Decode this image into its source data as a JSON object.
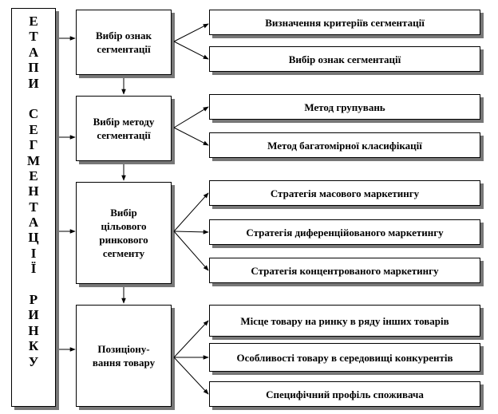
{
  "title_letters": [
    "Е",
    "Т",
    "А",
    "П",
    "И",
    "",
    "С",
    "Е",
    "Г",
    "М",
    "Е",
    "Н",
    "Т",
    "А",
    "Ц",
    "І",
    "Ї",
    "",
    "Р",
    "И",
    "Н",
    "К",
    "У"
  ],
  "stages": [
    {
      "label": "Вибір ознак сегментації",
      "items": [
        "Визначення критеріїв сегментації",
        "Вибір ознак сегментації"
      ]
    },
    {
      "label": "Вибір методу сегментації",
      "items": [
        "Метод групувань",
        "Метод багатомірної класифікації"
      ]
    },
    {
      "label": "Вибір цільового ринкового сегменту",
      "items": [
        "Стратегія масового маркетингу",
        "Стратегія диференційованого маркетингу",
        "Стратегія концентрованого маркетингу"
      ]
    },
    {
      "label": "Позиціону-вання товару",
      "items": [
        "Місце товару на ринку в ряду інших товарів",
        "Особливості товару в середовищі конкурентів",
        "Специфічний профіль споживача"
      ]
    }
  ]
}
